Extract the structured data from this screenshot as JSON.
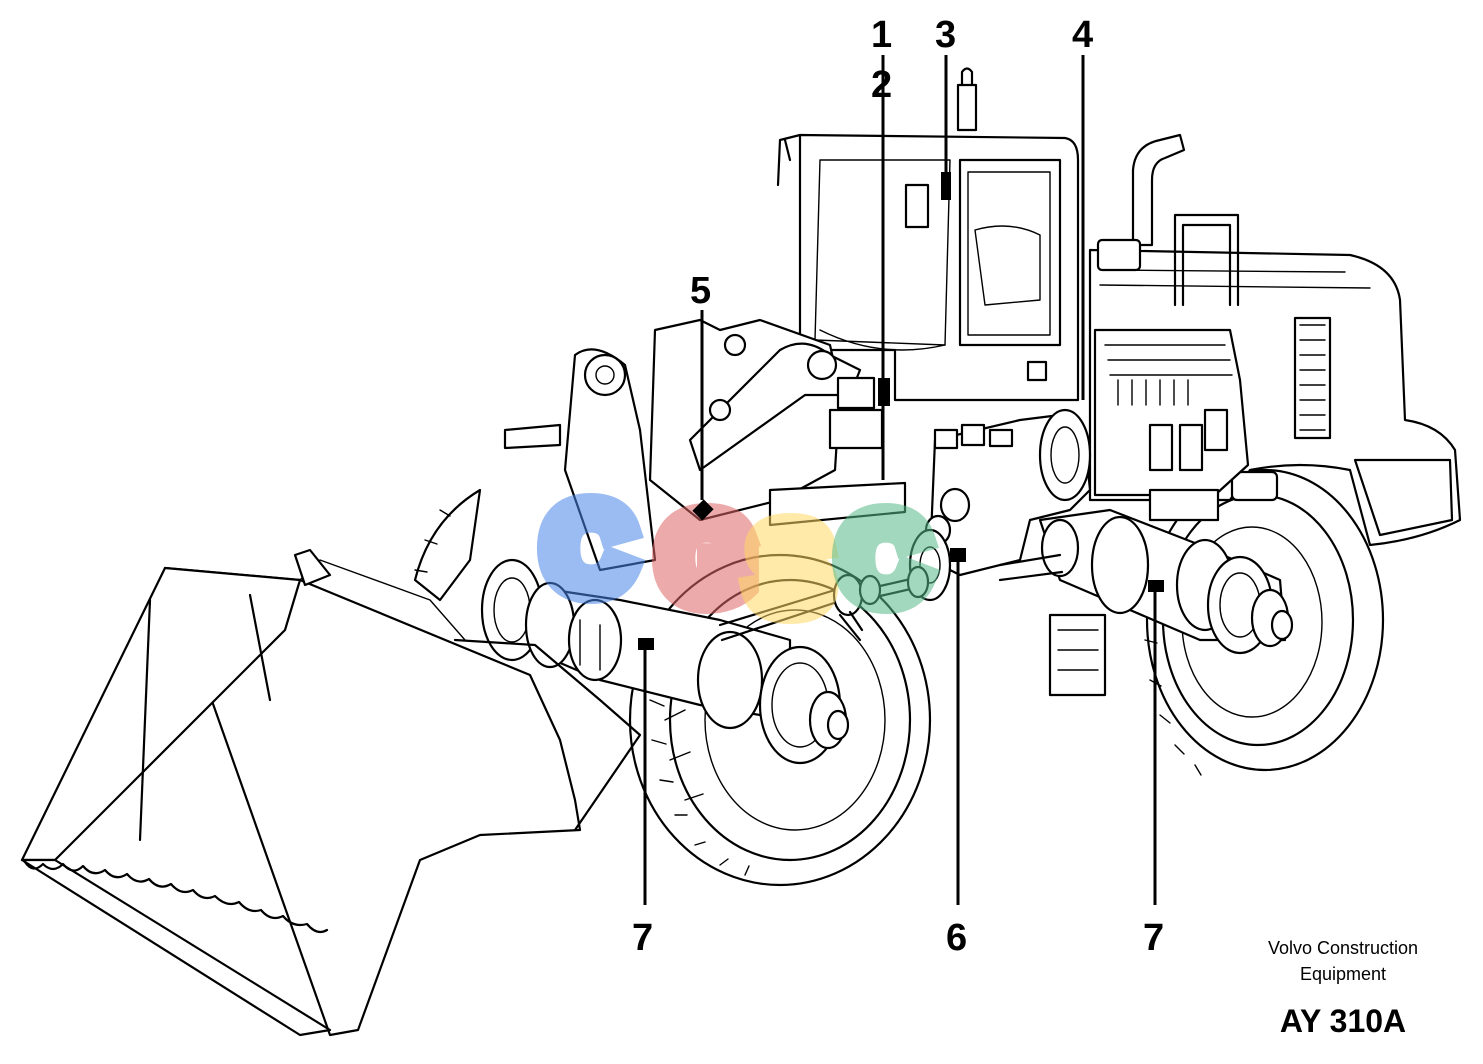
{
  "callouts": [
    {
      "id": "1",
      "label": "1"
    },
    {
      "id": "2",
      "label": "2"
    },
    {
      "id": "3",
      "label": "3"
    },
    {
      "id": "4",
      "label": "4"
    },
    {
      "id": "5",
      "label": "5"
    },
    {
      "id": "6",
      "label": "6"
    },
    {
      "id": "7a",
      "label": "7"
    },
    {
      "id": "7b",
      "label": "7"
    }
  ],
  "credit": {
    "line1": "Volvo Construction",
    "line2": "Equipment"
  },
  "figure_code": "AY 310A",
  "watermark": {
    "letters": [
      "C",
      "G",
      "S",
      "C"
    ],
    "colors": [
      "#4a86e8",
      "#e06666",
      "#ffd966",
      "#57bb8a"
    ]
  }
}
